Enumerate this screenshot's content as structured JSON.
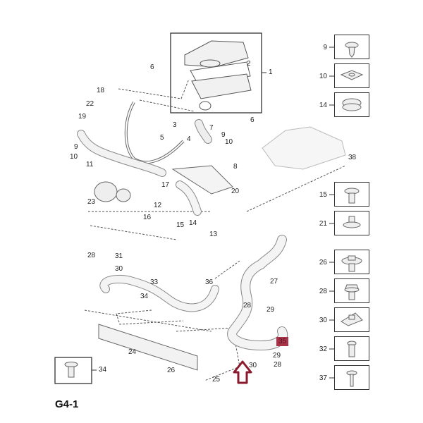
{
  "page_code": "G4-1",
  "highlighted_part": "35",
  "colors": {
    "highlight": "#a8344a",
    "arrow": "#8b1a2c",
    "line": "#333333",
    "part_fill": "#e8e8e8"
  },
  "callouts": {
    "c1": "1",
    "c2": "2",
    "c3": "3",
    "c4": "4",
    "c5": "5",
    "c6a": "6",
    "c6b": "6",
    "c7": "7",
    "c8": "8",
    "c9a": "9",
    "c9b": "9",
    "c10a": "10",
    "c10b": "10",
    "c11": "11",
    "c12": "12",
    "c13": "13",
    "c14": "14",
    "c15": "15",
    "c16": "16",
    "c17": "17",
    "c18": "18",
    "c19": "19",
    "c20": "20",
    "c22": "22",
    "c23": "23",
    "c24": "24",
    "c25": "25",
    "c26": "26",
    "c27": "27",
    "c28a": "28",
    "c28b": "28",
    "c28c": "28",
    "c29a": "29",
    "c29b": "29",
    "c30a": "30",
    "c30b": "30",
    "c31": "31",
    "c33": "33",
    "c34": "34",
    "c36": "36",
    "c38": "38"
  },
  "side_parts": [
    {
      "number": "9",
      "icon": "screw-icon"
    },
    {
      "number": "10",
      "icon": "clip-nut-icon"
    },
    {
      "number": "14",
      "icon": "grommet-icon"
    },
    {
      "number": "15",
      "icon": "flange-bolt-icon"
    },
    {
      "number": "21",
      "icon": "push-rivet-icon"
    },
    {
      "number": "26",
      "icon": "washer-bolt-icon"
    },
    {
      "number": "28",
      "icon": "hex-bolt-icon"
    },
    {
      "number": "30",
      "icon": "spring-nut-icon"
    },
    {
      "number": "32",
      "icon": "pan-screw-icon"
    },
    {
      "number": "37",
      "icon": "stud-bolt-icon"
    }
  ],
  "bottom_left_part": {
    "number": "34",
    "icon": "hex-flange-bolt-icon"
  }
}
